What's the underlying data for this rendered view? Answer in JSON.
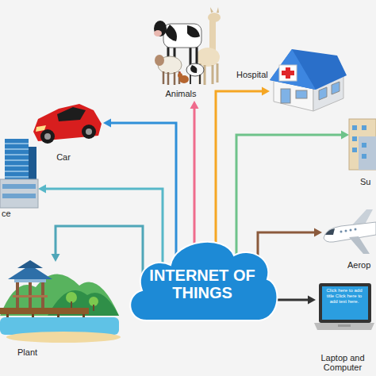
{
  "diagram": {
    "nodes": [
      {
        "text": [
          "INTERNET OF THINGS"
        ]
      },
      {
        "text": [
          "Animals"
        ]
      },
      {
        "text": [
          "Hospital"
        ]
      },
      {
        "text": [
          "Car"
        ]
      },
      {
        "text": [
          "ce"
        ]
      },
      {
        "text": [
          "Su"
        ]
      },
      {
        "text": [
          "Aerop"
        ]
      },
      {
        "text": [
          "Plant"
        ]
      },
      {
        "text": [
          "Click here to add title Click here to add text here.",
          "Laptop and Computer"
        ]
      }
    ],
    "edges": [
      {
        "from": 0,
        "to": 1,
        "arrow": "to"
      },
      {
        "from": 0,
        "to": 2,
        "arrow": "to"
      },
      {
        "from": 0,
        "to": 3,
        "arrow": "to"
      },
      {
        "from": 0,
        "to": 4,
        "arrow": "to"
      },
      {
        "from": 0,
        "to": 5,
        "arrow": "to"
      },
      {
        "from": 0,
        "to": 6,
        "arrow": "to"
      },
      {
        "from": 0,
        "to": 7,
        "arrow": "to"
      },
      {
        "from": 0,
        "to": 8,
        "arrow": "to"
      }
    ]
  }
}
